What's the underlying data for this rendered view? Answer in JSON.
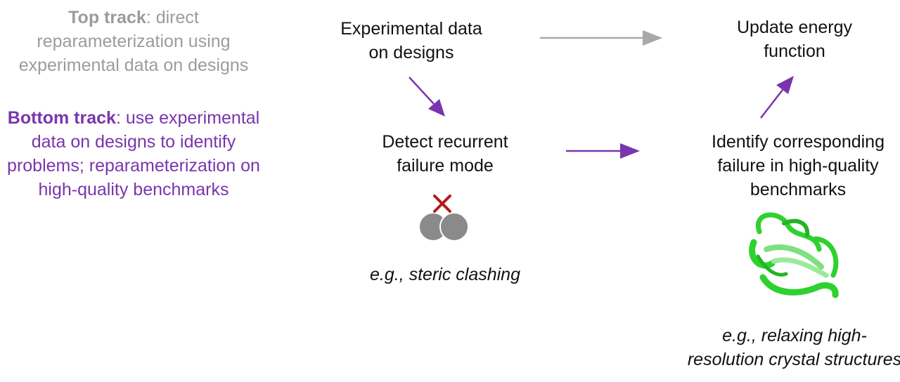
{
  "colors": {
    "top_track": "#9c9c9c",
    "bottom_track": "#7a35ad",
    "text": "#111111",
    "clash_x": "#b01c1c",
    "atom": "#8a8a8a",
    "protein": "#2fd12f"
  },
  "legend": {
    "top": {
      "title": "Top track",
      "line1_rest": ": direct",
      "line2": "reparameterization using",
      "line3": "experimental data on designs"
    },
    "bottom": {
      "title": "Bottom track",
      "line1_rest": ": use experimental",
      "line2": "data on designs to identify",
      "line3": "problems; reparameterization on",
      "line4": "high-quality benchmarks"
    }
  },
  "nodes": {
    "experimental_data": {
      "line1": "Experimental data",
      "line2": "on designs"
    },
    "update_energy": {
      "line1": "Update energy",
      "line2": "function"
    },
    "detect_failure": {
      "line1": "Detect recurrent",
      "line2": "failure mode"
    },
    "identify_failure": {
      "line1": "Identify corresponding",
      "line2": "failure in high-quality",
      "line3": "benchmarks"
    }
  },
  "captions": {
    "steric": "e.g., steric clashing",
    "relax_line1": "e.g., relaxing high-",
    "relax_line2": "resolution crystal structures"
  },
  "icons": {
    "clash": "steric-clash-icon",
    "protein": "protein-ribbon-icon"
  }
}
